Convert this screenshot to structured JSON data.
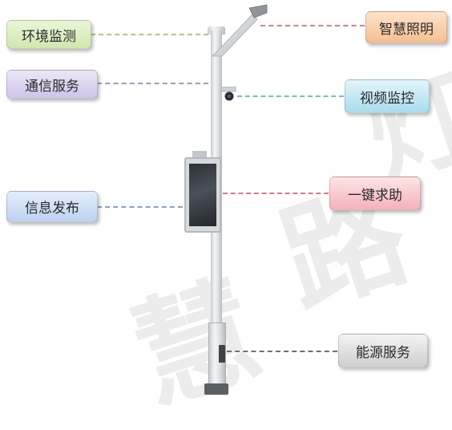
{
  "labels": {
    "environment_monitoring": "环境监测",
    "communication_service": "通信服务",
    "information_release": "信息发布",
    "smart_lighting": "智慧照明",
    "video_surveillance": "视频监控",
    "one_click_help": "一键求助",
    "energy_service": "能源服务"
  },
  "watermark": [
    "慧",
    "路",
    "灯"
  ],
  "colors": {
    "environment_monitoring": "#cfe8ae",
    "communication_service": "#cfc4ea",
    "information_release": "#bcd2f0",
    "smart_lighting": "#f6be8f",
    "video_surveillance": "#a9dced",
    "one_click_help": "#f3b3b9",
    "energy_service": "#cfcfcf"
  }
}
